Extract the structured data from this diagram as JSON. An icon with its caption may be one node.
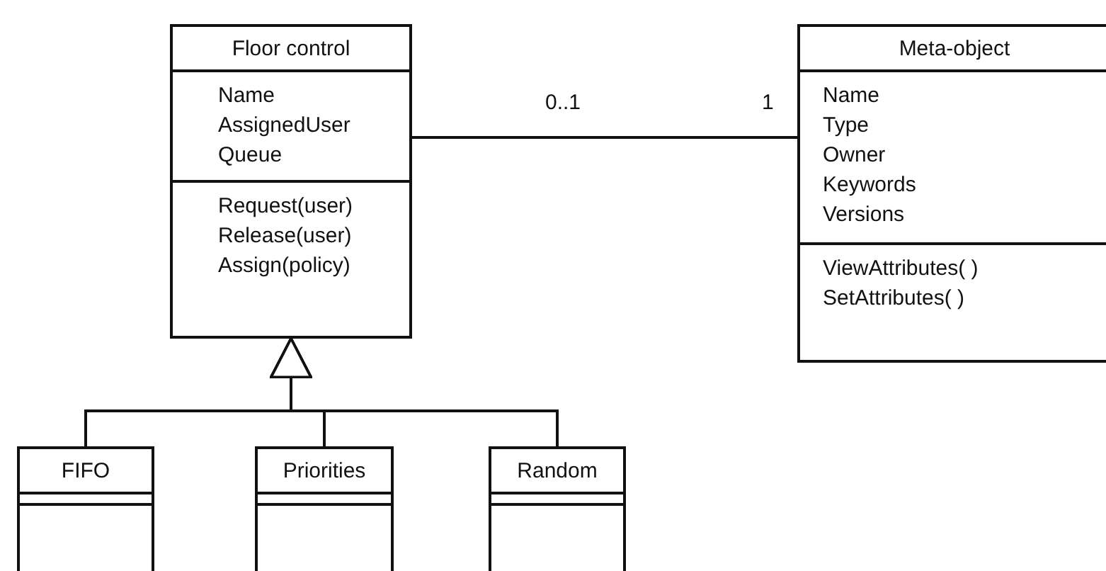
{
  "diagram": {
    "nodes": [
      {
        "text": [
          "Floor control",
          "Name",
          "AssignedUser",
          "Queue",
          "Request(user)",
          "Release(user)",
          "Assign(policy)"
        ]
      },
      {
        "text": [
          "Meta-object",
          "Name",
          "Type",
          "Owner",
          "Keywords",
          "Versions",
          "ViewAttributes( )",
          "SetAttributes( )"
        ]
      },
      {
        "text": [
          "FIFO"
        ]
      },
      {
        "text": [
          "Priorities"
        ]
      },
      {
        "text": [
          "Random"
        ]
      }
    ],
    "edges": [
      {
        "from": 0,
        "to": 1,
        "arrow": "none"
      },
      {
        "from": 2,
        "to": 0,
        "arrow": "to"
      },
      {
        "from": 3,
        "to": 0,
        "arrow": "to"
      },
      {
        "from": 4,
        "to": 0,
        "arrow": "to"
      }
    ],
    "labels": [
      "0..1",
      "1"
    ]
  }
}
